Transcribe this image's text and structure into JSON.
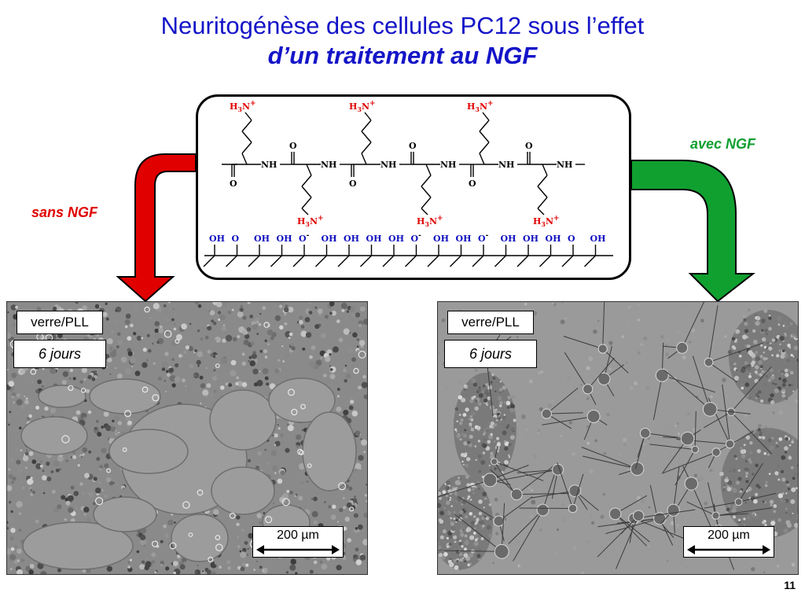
{
  "title": {
    "line1": "Neuritogénèse des cellules PC12 sous l’effet",
    "line2": "d’un traitement au NGF"
  },
  "labels": {
    "sans": "sans NGF",
    "avec": "avec NGF"
  },
  "colors": {
    "title": "#1414c8",
    "sans_arrow": "#e00000",
    "avec_arrow": "#10a030",
    "amine": "#e00000",
    "surface": "#1010c0"
  },
  "molecule": {
    "nh": "NH",
    "oxygen": "O",
    "amine_top": "H3N+",
    "amine_bottom": "H3N+",
    "surface_groups": [
      "OH",
      "O",
      "OH",
      "OH",
      "O-",
      "OH",
      "OH",
      "OH",
      "OH",
      "O-",
      "OH",
      "OH",
      "O-",
      "OH",
      "OH",
      "OH",
      "O",
      "OH"
    ]
  },
  "panels": [
    {
      "substrate": "verre/PLL",
      "duration": "6 jours",
      "scale": "200 µm",
      "condition": "sans NGF"
    },
    {
      "substrate": "verre/PLL",
      "duration": "6 jours",
      "scale": "200 µm",
      "condition": "avec NGF"
    }
  ],
  "page_number": "11"
}
